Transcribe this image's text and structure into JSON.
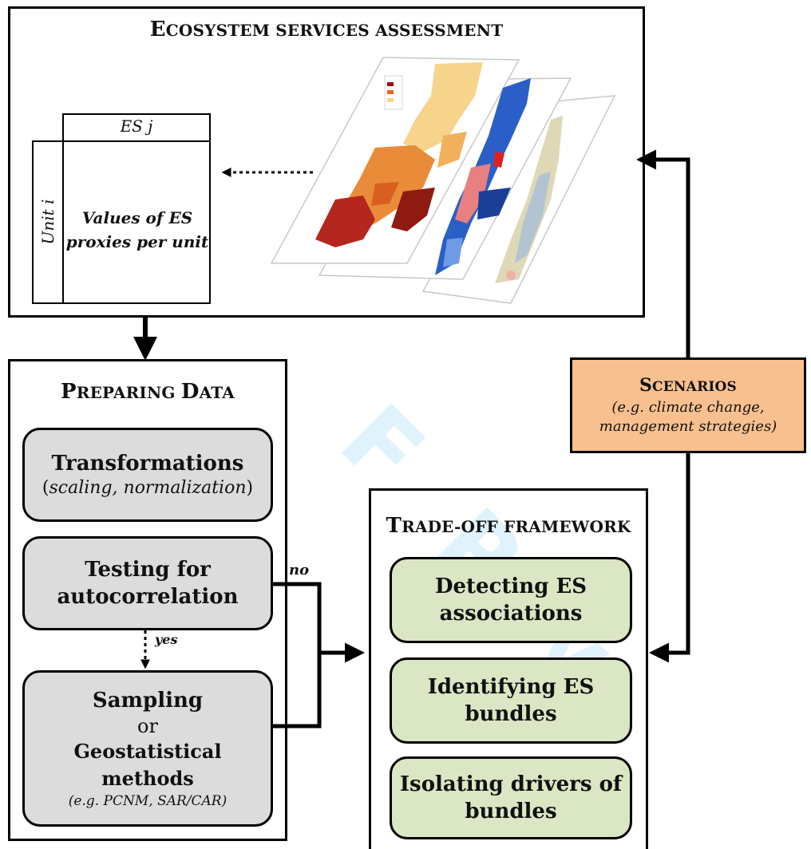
{
  "assessment": {
    "title_first": "E",
    "title_rest": "COSYSTEM SERVICES ASSESSMENT",
    "matrix_header": "ES j",
    "matrix_row_label": "Unit i",
    "matrix_cell_line1": "Values of ES",
    "matrix_cell_line2": "proxies per unit"
  },
  "preparing": {
    "title_first1": "P",
    "title_rest1": "REPARING ",
    "title_first2": "D",
    "title_rest2": "ATA",
    "transformations_title": "Transformations",
    "transformations_open": "(",
    "transformations_detail": "scaling, normalization",
    "transformations_close": ")",
    "testing_line1": "Testing for",
    "testing_line2": "autocorrelation",
    "sampling_line1": "Sampling",
    "sampling_or": "or",
    "sampling_line3": "Geostatistical methods",
    "sampling_detail": "(e.g. PCNM, SAR/CAR)"
  },
  "edges": {
    "no_label": "no",
    "yes_label": "yes"
  },
  "scenarios": {
    "title_first": "S",
    "title_rest": "CENARIOS",
    "detail_line1": "(e.g. climate change,",
    "detail_line2": "management strategies)",
    "fill_color": "#f7c08e"
  },
  "tradeoff": {
    "title_first": "T",
    "title_rest": "RADE-OFF FRAMEWORK",
    "detecting_line1": "Detecting ES",
    "detecting_line2": "associations",
    "identifying_line1": "Identifying ES",
    "identifying_line2": "bundles",
    "isolating_line1": "Isolating drivers of",
    "isolating_line2": "bundles"
  },
  "colors": {
    "gray_box": "#dcdcdc",
    "green_box": "#dbe6c4",
    "map_warm": "#c0392b",
    "map_blue": "#2b5fc7",
    "watermark": "#4fb6ea"
  }
}
